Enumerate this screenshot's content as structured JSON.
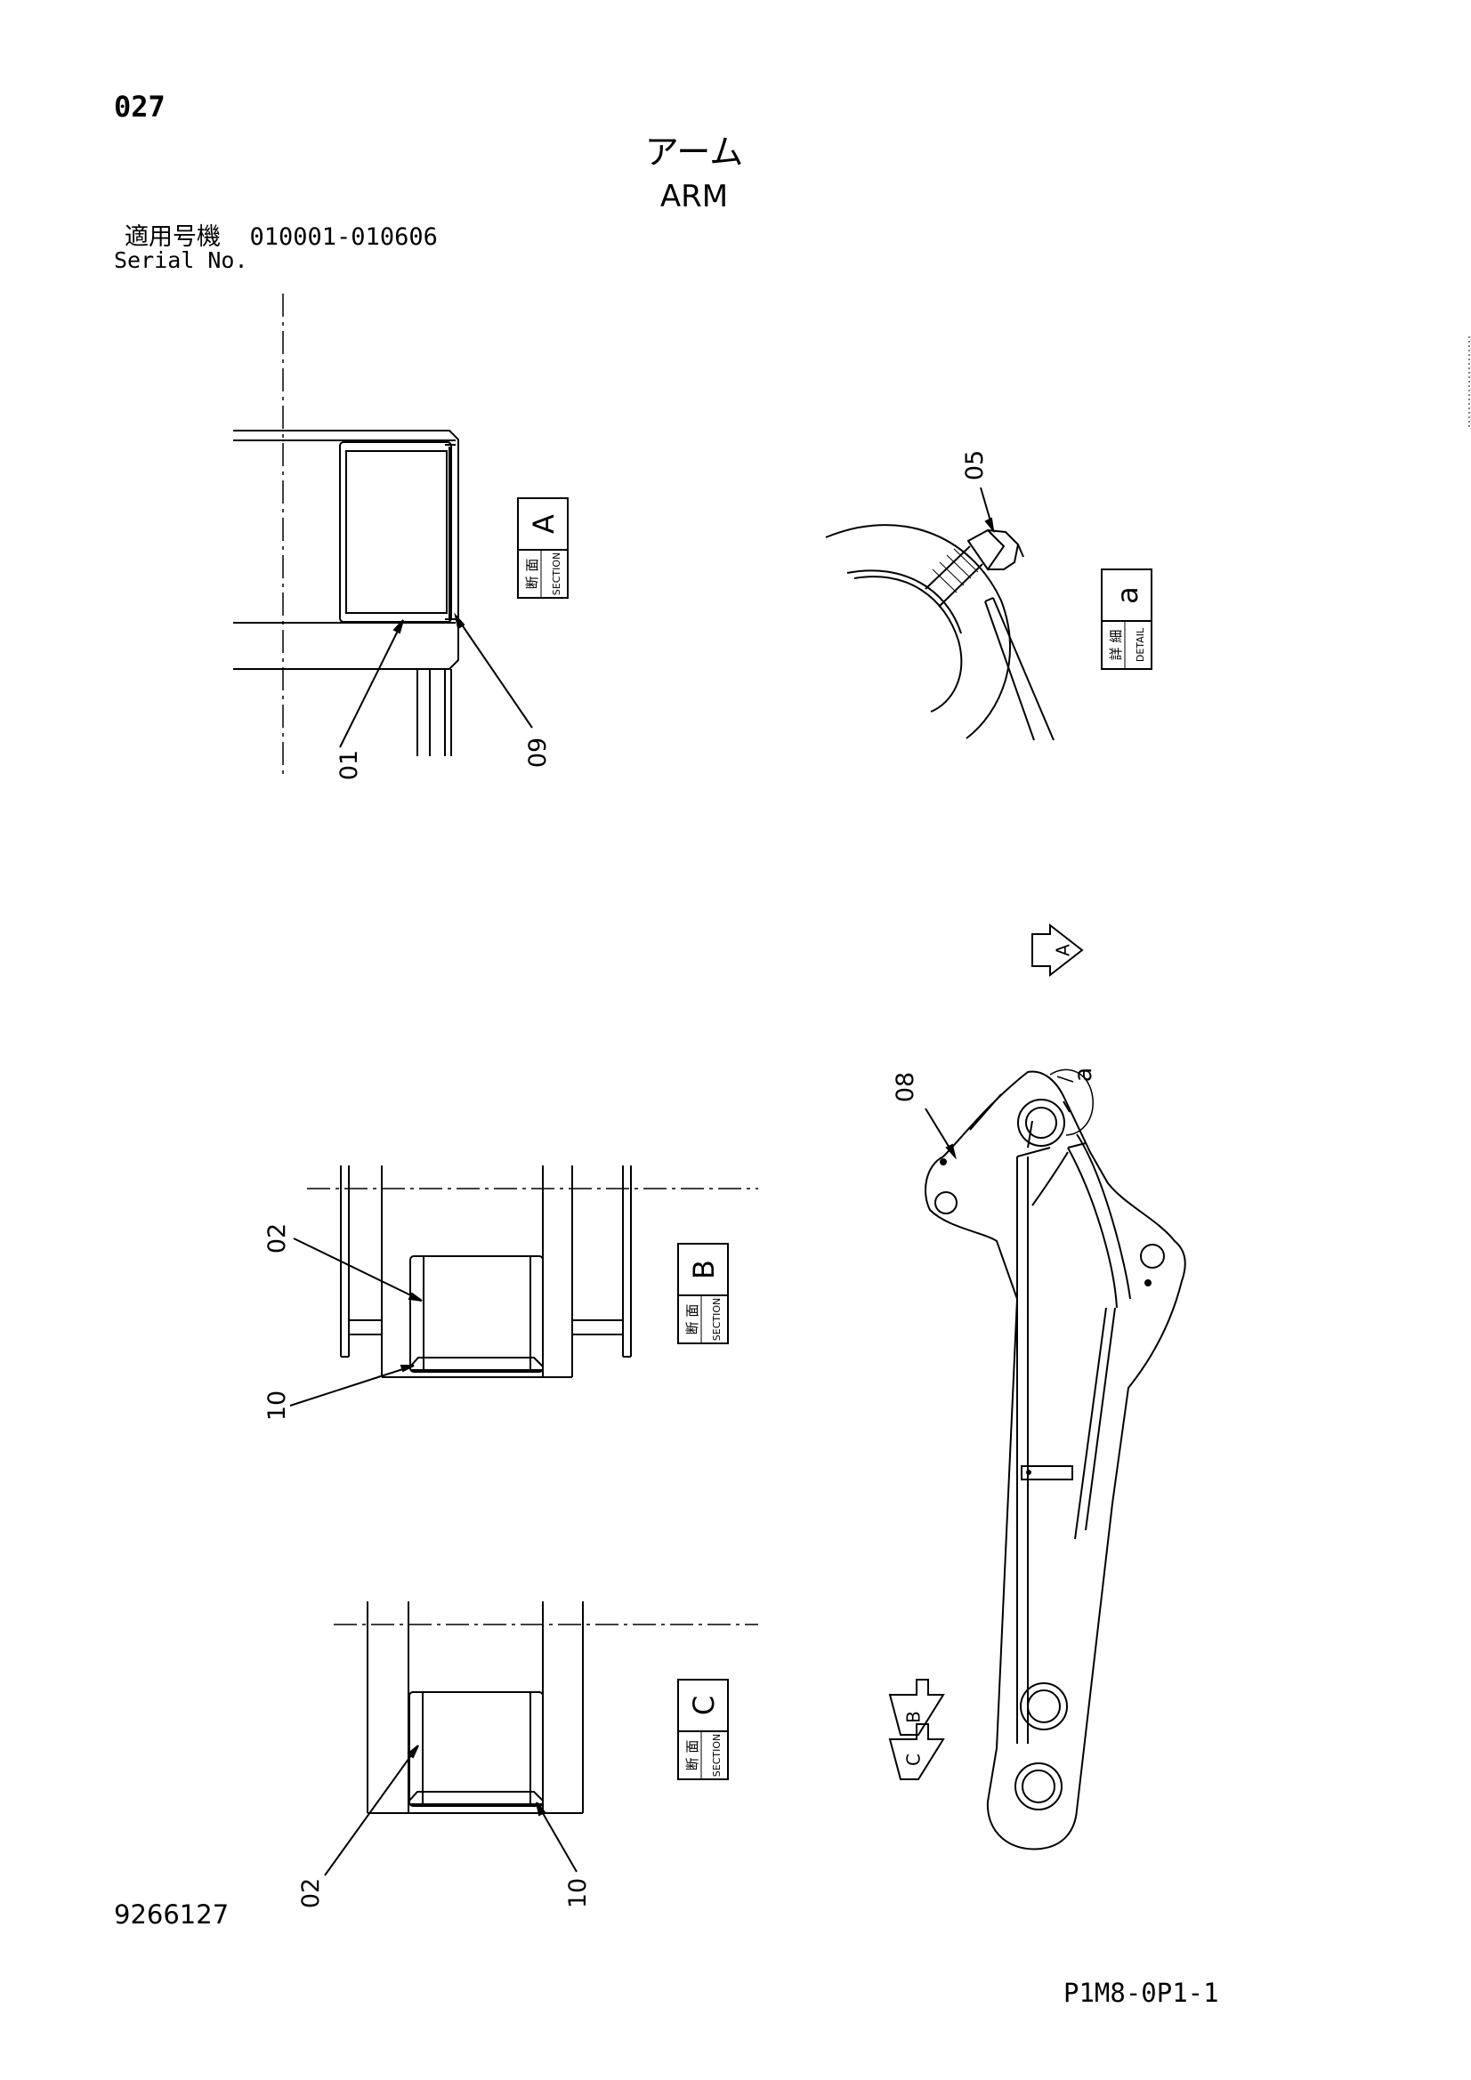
{
  "header": {
    "page_no": "027",
    "title_jp": "アーム",
    "title_en": "ARM",
    "serial_label_jp": "適用号機",
    "serial_range": "010001-010606",
    "serial_label_en": "Serial No."
  },
  "footer": {
    "drawing_no": "9266127",
    "sheet_code": "P1M8-0P1-1"
  },
  "views": {
    "section_a": {
      "kanji": "断 面",
      "word": "SECTION",
      "letter": "A"
    },
    "section_b": {
      "kanji": "断 面",
      "word": "SECTION",
      "letter": "B"
    },
    "section_c": {
      "kanji": "断 面",
      "word": "SECTION",
      "letter": "C"
    },
    "detail_a": {
      "kanji": "詳 細",
      "word": "DETAIL",
      "letter": "a"
    }
  },
  "part_callouts": {
    "p01": "01",
    "p09": "09",
    "p05": "05",
    "p02_b": "02",
    "p10_b": "10",
    "p02_c": "02",
    "p10_c": "10",
    "p08": "08"
  },
  "view_markers": {
    "arrow_a": "A",
    "arrow_b": "B",
    "arrow_c": "C",
    "detail_ref": "a"
  }
}
